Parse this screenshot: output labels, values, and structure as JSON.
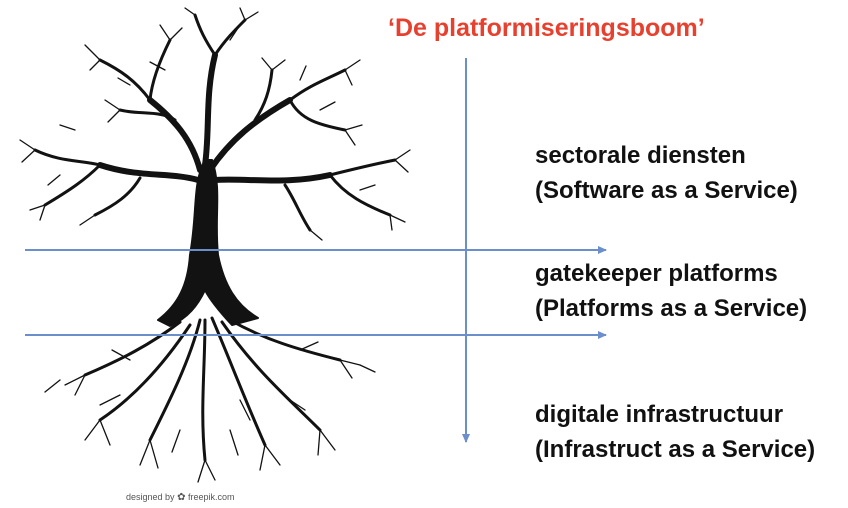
{
  "title": "‘De platformiseringsboom’",
  "layers": [
    {
      "line1": "sectorale diensten",
      "line2": "(Software as a Service)"
    },
    {
      "line1": "gatekeeper platforms",
      "line2": "(Platforms as a Service)"
    },
    {
      "line1": "digitale infrastructuur",
      "line2": "(Infrastruct as a Service)"
    }
  ],
  "credit": {
    "prefix": "designed by",
    "brand": "freepik.com"
  },
  "colors": {
    "title": "#e8402f",
    "arrows": "#6a8fca",
    "tree": "#121212",
    "text": "#111111"
  }
}
